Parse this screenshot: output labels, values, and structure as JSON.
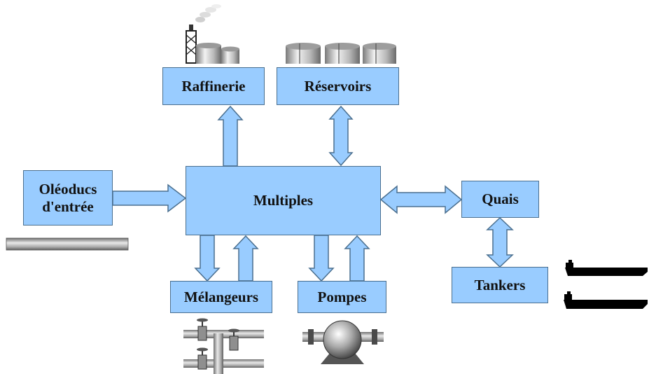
{
  "nodes": {
    "raffinerie": "Raffinerie",
    "reservoirs": "Réservoirs",
    "oleoducs_line1": "Oléoducs",
    "oleoducs_line2": "d'entrée",
    "multiples": "Multiples",
    "quais": "Quais",
    "tankers": "Tankers",
    "melangeurs": "Mélangeurs",
    "pompes": "Pompes"
  },
  "colors": {
    "box_fill": "#99ccff",
    "box_border": "#4a6f8f",
    "arrow_fill": "#99ccff",
    "arrow_stroke": "#4a6f8f"
  },
  "icons": {
    "refinery": "refinery-icon",
    "tanks": "storage-tanks-icon",
    "pipeline": "pipeline-icon",
    "valves": "valve-manifold-icon",
    "pump": "pump-icon",
    "tanker_ships": "tanker-ship-icon"
  }
}
